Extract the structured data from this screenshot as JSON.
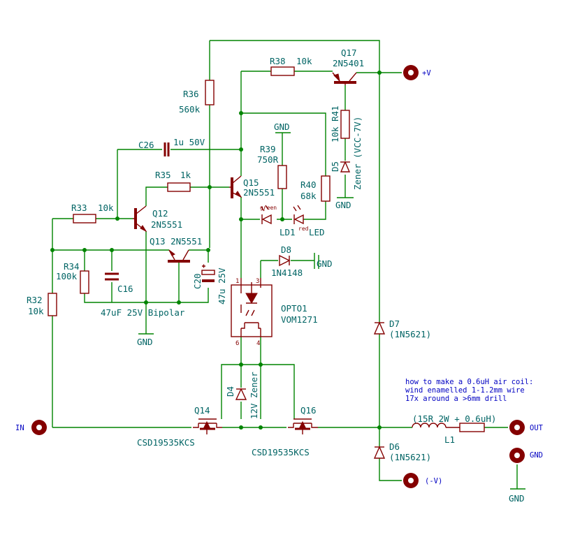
{
  "labels": {
    "q17_ref": "Q17",
    "q17_val": "2N5401",
    "r38_ref": "R38",
    "r38_val": "10k",
    "vplus": "+V",
    "r36_ref": "R36",
    "r36_val": "560k",
    "r41": "10k R41",
    "d5_ref": "D5",
    "d5_val": "Zener (VCC-7V)",
    "gnd_d5": "GND",
    "gnd_r39": "GND",
    "r39_ref": "R39",
    "r39_val": "750R",
    "c26_ref": "C26",
    "c26_val": "1u 50V",
    "r35_ref": "R35",
    "r35_val": "1k",
    "q15_ref": "Q15",
    "q15_val": "2N5551",
    "r40_ref": "R40",
    "r40_val": "68k",
    "r33_ref": "R33",
    "r33_val": "10k",
    "q12_ref": "Q12",
    "q12_val": "2N5551",
    "led_green": "green",
    "led_red": "red",
    "ld1_ref": "LD1",
    "ld1_val": "LED",
    "q13": "Q13 2N5551",
    "d8_ref": "D8",
    "d8_val": "1N4148",
    "gnd_d8": "GND",
    "r34_ref": "R34",
    "r34_val": "100k",
    "c16_ref": "C16",
    "c20_ref": "C20",
    "c20_val": "47u 25V",
    "r32_ref": "R32",
    "r32_val": "10k",
    "bipolar": "47uF 25V Bipolar",
    "opto_ref": "OPTO1",
    "opto_val": "VOM1271",
    "pin1": "1",
    "pin3": "3",
    "pin6": "6",
    "pin4": "4",
    "gnd_q12": "GND",
    "d7_ref": "D7",
    "d7_val": "(1N5621)",
    "d4_ref": "D4",
    "d4_val": "12V Zener",
    "note1": "how to make a 0.6uH air coil:",
    "note2": "wind enamelled 1-1.2mm wire",
    "note3": "17x around a >6mm drill",
    "q14_ref": "Q14",
    "q16_ref": "Q16",
    "q14_val": "CSD19535KCS",
    "q16_val": "CSD19535KCS",
    "in": "IN",
    "l1_val": "(15R 2W + 0.6uH)",
    "l1_ref": "L1",
    "out": "OUT",
    "gnd_conn": "GND",
    "d6_ref": "D6",
    "d6_val": "(1N5621)",
    "vminus": "(-V)",
    "gnd_bottom": "GND"
  }
}
